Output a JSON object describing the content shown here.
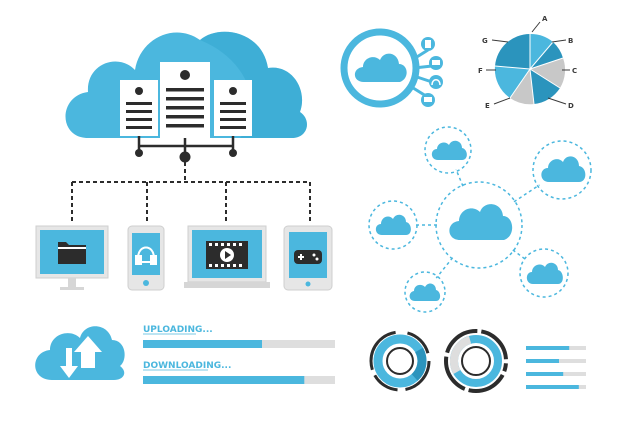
{
  "colors": {
    "primary": "#4bb7de",
    "primary_dark": "#2b94bd",
    "dark": "#2c2c2c",
    "white": "#ffffff",
    "track": "#dedede",
    "grey": "#c8c8c8"
  },
  "progress": {
    "upload_label": "UPLOADING...",
    "download_label": "DOWNLOADING...",
    "upload_fraction": 0.62,
    "download_fraction": 0.84
  },
  "pie": {
    "labels": [
      "A",
      "B",
      "C",
      "D",
      "E",
      "F",
      "G"
    ]
  },
  "status_bars": {
    "fractions": [
      0.72,
      0.55,
      0.62,
      0.88
    ]
  },
  "devices": [
    "desktop-monitor",
    "smartphone",
    "laptop",
    "tablet"
  ],
  "icons": {
    "cloud_hub_left": [
      "tablet-icon",
      "monitor-icon",
      "headphones-icon",
      "laptop-icon"
    ]
  }
}
